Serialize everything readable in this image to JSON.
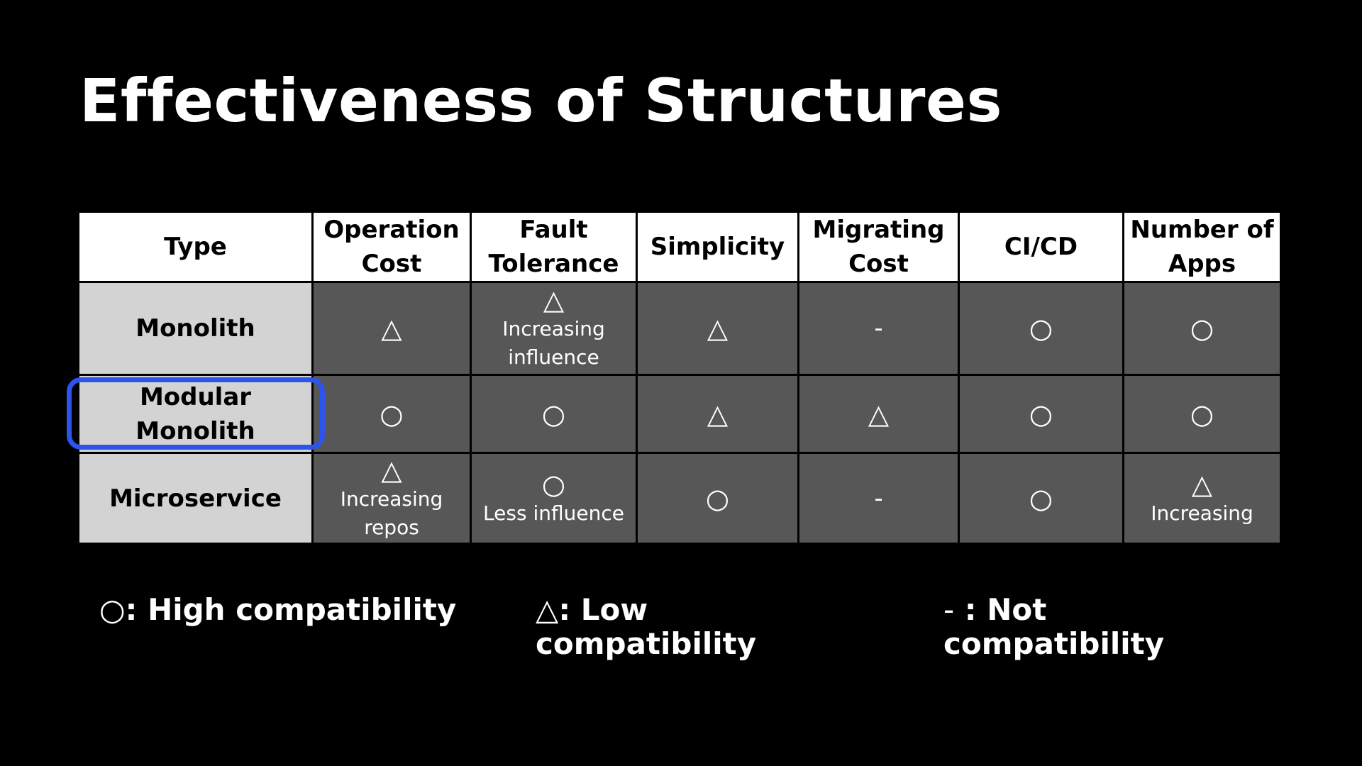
{
  "title": "Effectiveness of Structures",
  "columns": [
    "Type",
    "Operation\nCost",
    "Fault\nTolerance",
    "Simplicity",
    "Migrating\nCost",
    "CI/CD",
    "Number of\nApps"
  ],
  "rows": [
    {
      "type": "Monolith",
      "cells": [
        {
          "symbol": "△",
          "note": ""
        },
        {
          "symbol": "△",
          "note": "Increasing\ninfluence"
        },
        {
          "symbol": "△",
          "note": ""
        },
        {
          "symbol": "-",
          "note": ""
        },
        {
          "symbol": "○",
          "note": ""
        },
        {
          "symbol": "○",
          "note": ""
        }
      ]
    },
    {
      "type": "Modular\nMonolith",
      "cells": [
        {
          "symbol": "○",
          "note": ""
        },
        {
          "symbol": "○",
          "note": ""
        },
        {
          "symbol": "△",
          "note": ""
        },
        {
          "symbol": "△",
          "note": ""
        },
        {
          "symbol": "○",
          "note": ""
        },
        {
          "symbol": "○",
          "note": ""
        }
      ]
    },
    {
      "type": "Microservice",
      "cells": [
        {
          "symbol": "△",
          "note": "Increasing\nrepos"
        },
        {
          "symbol": "○",
          "note": "Less influence"
        },
        {
          "symbol": "○",
          "note": ""
        },
        {
          "symbol": "-",
          "note": ""
        },
        {
          "symbol": "○",
          "note": ""
        },
        {
          "symbol": "△",
          "note": "Increasing"
        }
      ]
    }
  ],
  "legend": [
    {
      "symbol": "○",
      "label": ": High compatibility"
    },
    {
      "symbol": "△",
      "label": ": Low\ncompatibility"
    },
    {
      "symbol": "-",
      "label": " : Not\ncompatibility"
    }
  ],
  "colors": {
    "background": "#000000",
    "header_bg": "#ffffff",
    "type_bg": "#d3d3d3",
    "cell_bg": "#575757",
    "highlight": "#2f54eb"
  }
}
